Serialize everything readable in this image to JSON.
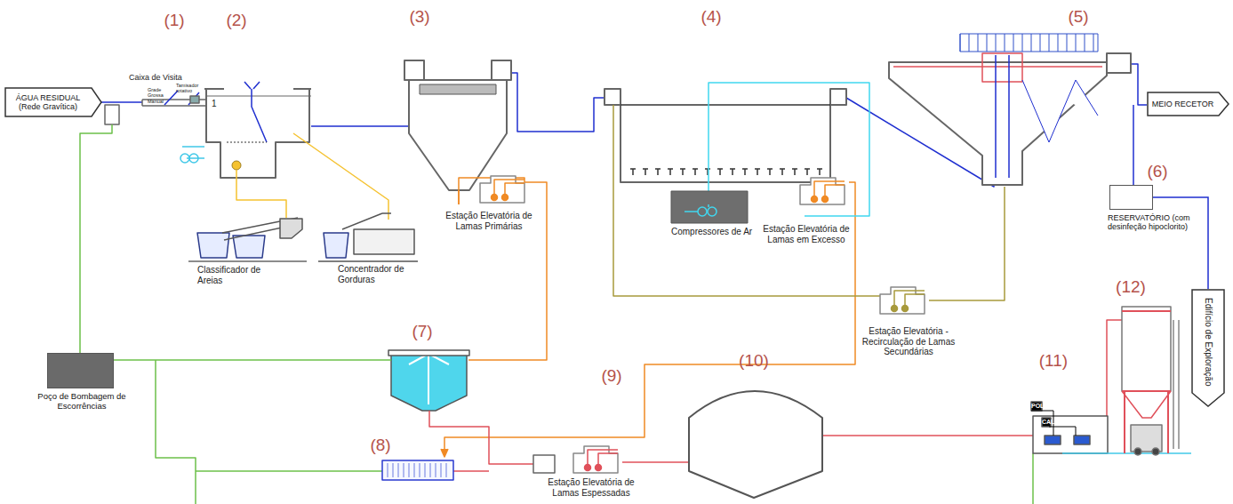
{
  "diagram": {
    "nodes": [
      {
        "text": [
          "ÁGUA RESIDUAL (Rede Gravítica)"
        ]
      },
      {
        "text": [
          "MEIO RECETOR"
        ]
      },
      {
        "text": [
          "RESERVATÓRIO (com desinfeção hipoclorito)"
        ]
      },
      {
        "text": [
          "Edifício de Exploração"
        ]
      },
      {
        "text": [
          "Poço de Bombagem de Escorrências"
        ]
      }
    ],
    "edges": [
      {
        "from": 2,
        "to": 3,
        "arrow": "none"
      }
    ],
    "labels": [
      "(1)",
      "(2)",
      "(3)",
      "(4)",
      "(5)",
      "Caixa de Visita",
      "Grade Grossa Manual",
      "Tamisador rotativo",
      "1",
      "Classificador de Areias",
      "Concentrador de Gorduras",
      "Estação Elevatória de Lamas Primárias",
      "Compressores de Ar",
      "Estação Elevatória de Lamas em Excesso",
      "(6)",
      "(12)",
      "Estação Elevatória - Recirculação de Lamas Secundárias",
      "(10)",
      "(11)",
      "(7)",
      "(9)",
      "POLI",
      "CAL",
      "(8)",
      "Estação Elevatória de Lamas Espessadas"
    ]
  }
}
